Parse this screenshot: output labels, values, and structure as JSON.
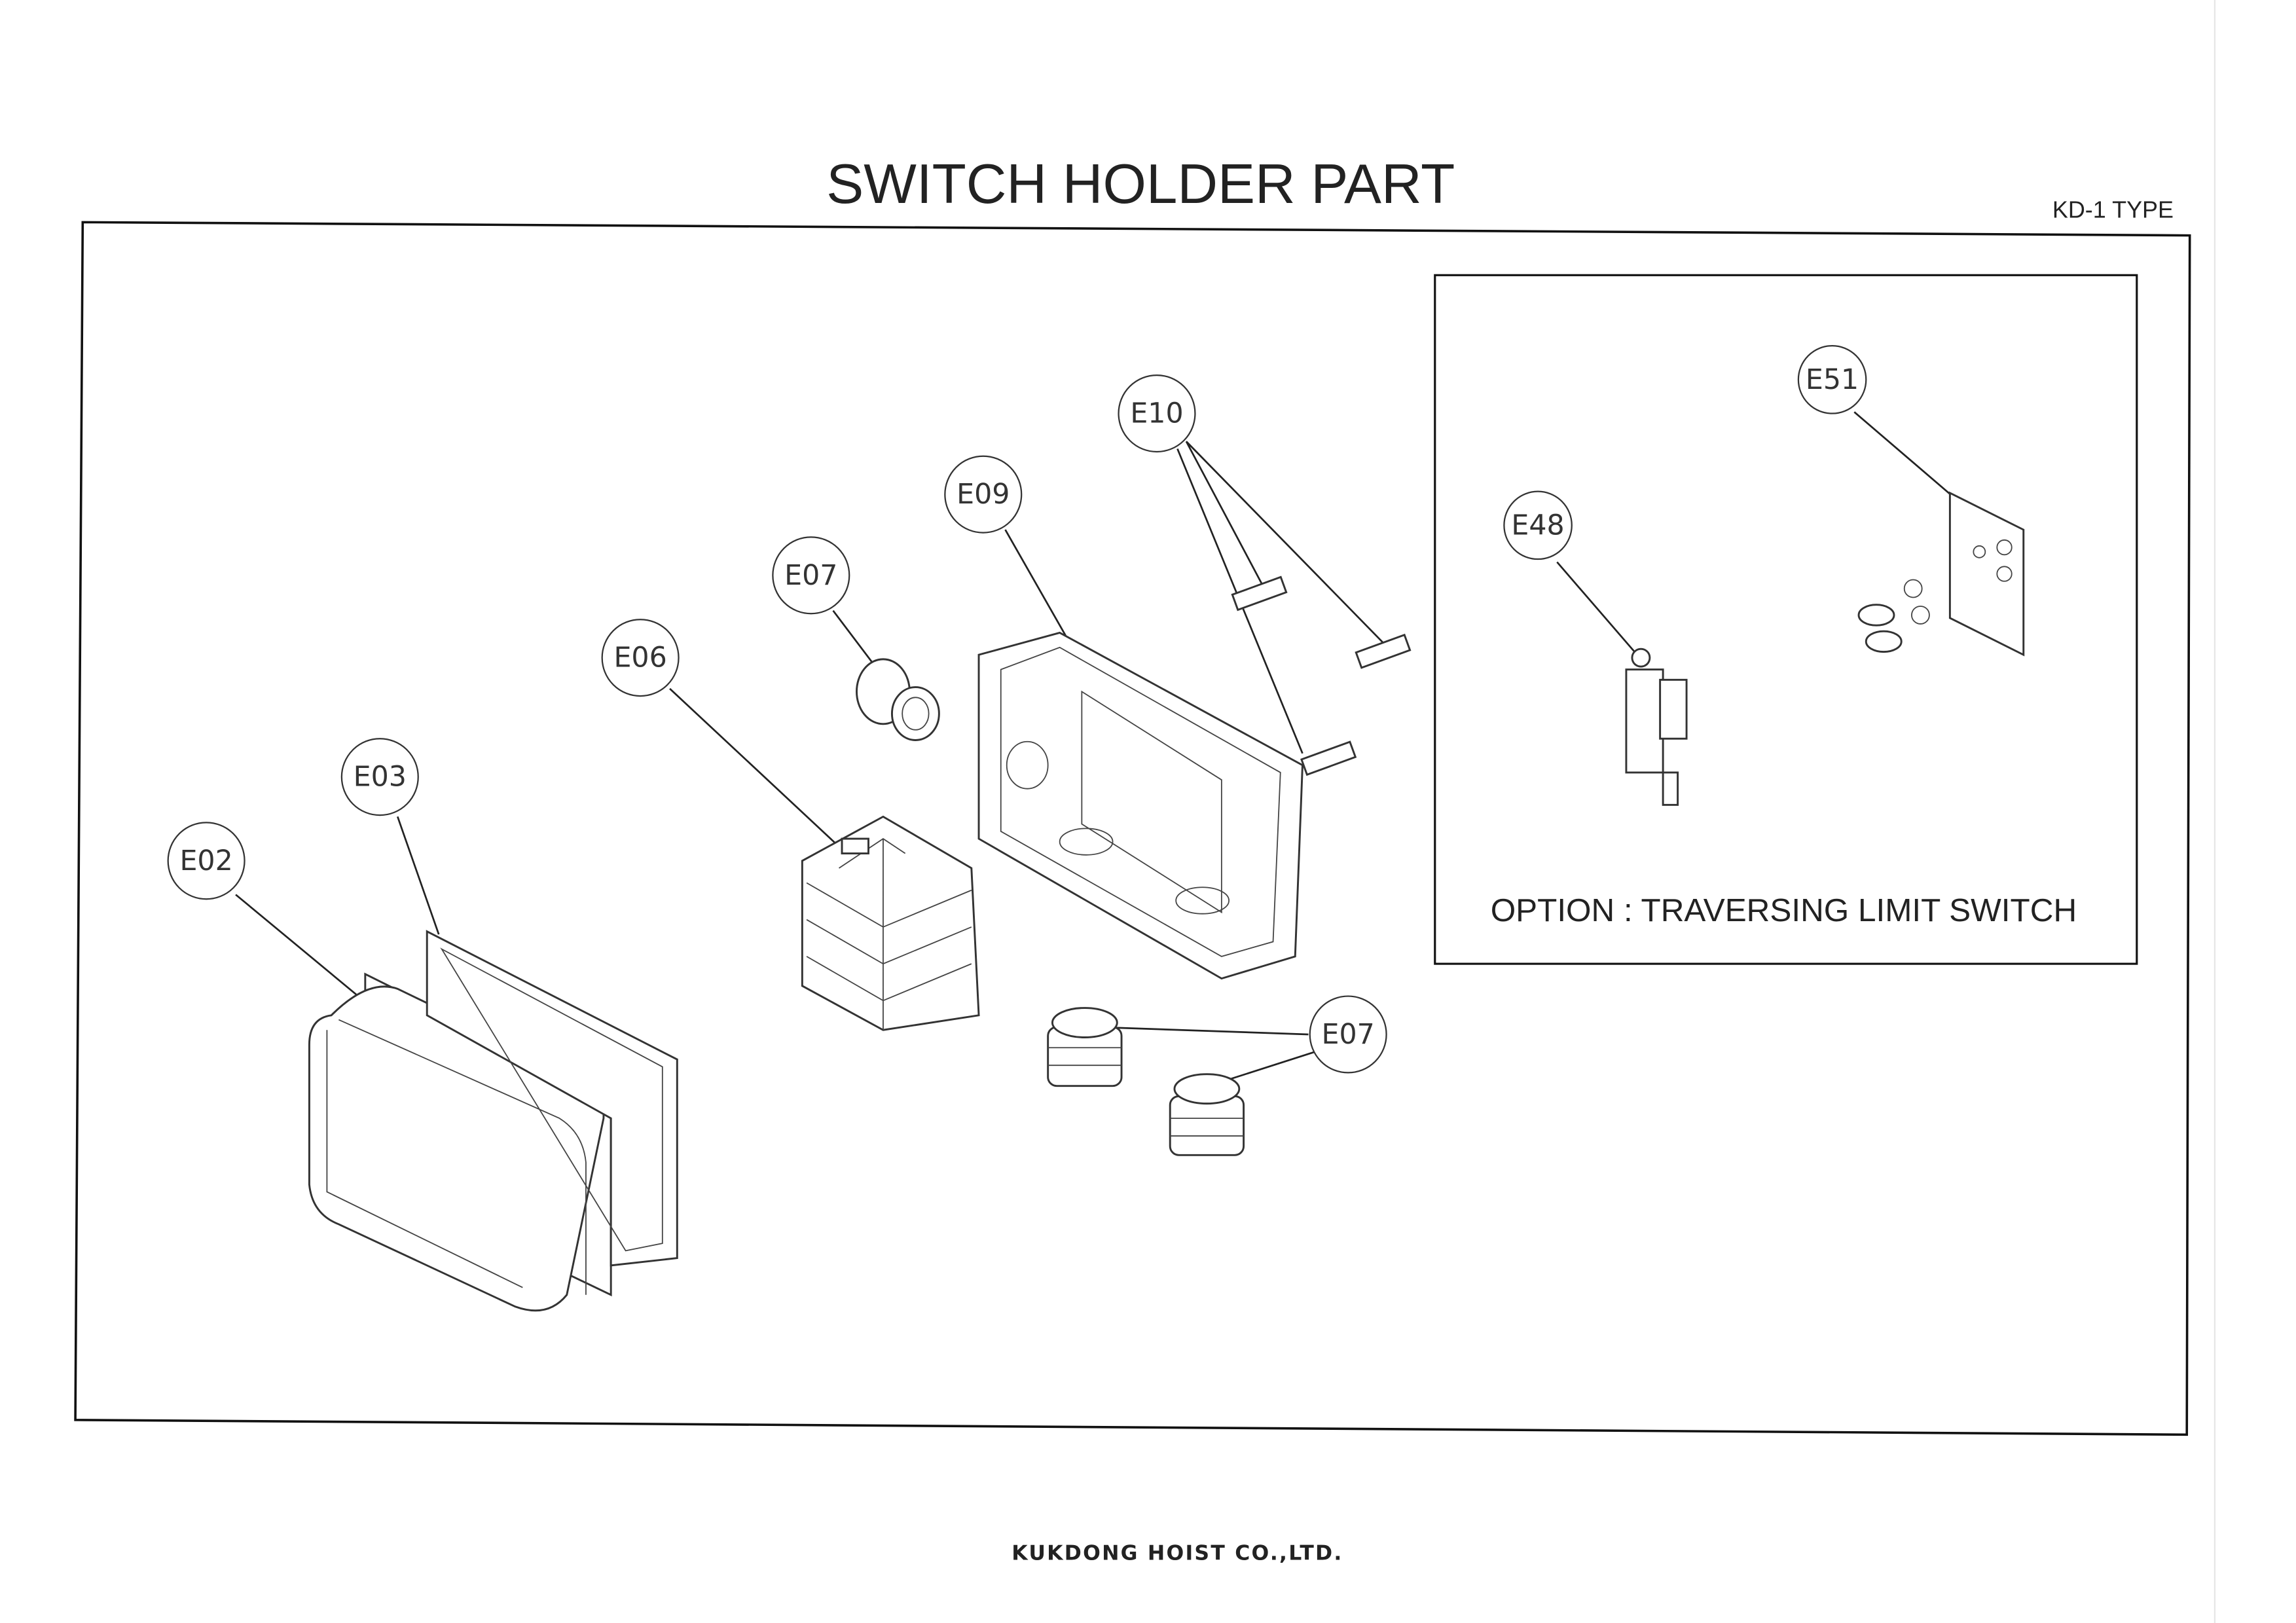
{
  "title": "SWITCH HOLDER PART",
  "model": "KD-1 TYPE",
  "footer": "KUKDONG HOIST CO.,LTD.",
  "option_caption": "OPTION : TRAVERSING LIMIT SWITCH",
  "callouts": {
    "e10": "E10",
    "e09": "E09",
    "e07a": "E07",
    "e06": "E06",
    "e03": "E03",
    "e02": "E02",
    "e07b": "E07",
    "e51": "E51",
    "e48": "E48"
  }
}
